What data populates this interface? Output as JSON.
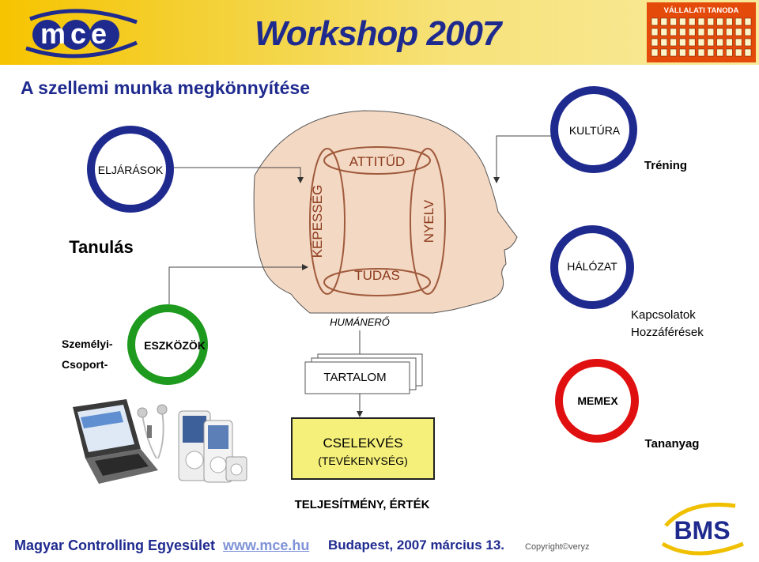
{
  "header": {
    "logo_text": "mce",
    "title": "Workshop 2007",
    "badge": {
      "title": "VÁLLALATI TANODA"
    }
  },
  "subtitle": "A szellemi munka megkönnyítése",
  "diagram": {
    "head": {
      "top": "ATTITŰD",
      "left": "KÉPESSÉG",
      "right": "NYELV",
      "bottom": "TUDÁS"
    },
    "rings": {
      "eljarasok": "ELJÁRÁSOK",
      "eszkozok": "ESZKÖZÖK",
      "kultura": "KULTÚRA",
      "halozat": "HÁLÓZAT",
      "memex": "MEMEX"
    },
    "labels": {
      "tanulas": "Tanulás",
      "szemelyi": "Személyi-",
      "csoport": "Csoport-",
      "trening": "Tréning",
      "kapcsolatok": "Kapcsolatok",
      "hozzaferesek": "Hozzáférések",
      "tananyag": "Tananyag",
      "humanero": "HUMÁNERŐ",
      "tartalom": "TARTALOM",
      "cselekves": "CSELEKVÉS",
      "tevekenyseg": "(TEVÉKENYSÉG)",
      "teljesitmeny": "TELJESÍTMÉNY, ÉRTÉK"
    },
    "colors": {
      "blue": "#1f2a8f",
      "green": "#1e9a1e",
      "red": "#e01010",
      "yellow_box": "#f5f07a",
      "head_fill": "#f3d8c3"
    }
  },
  "footer": {
    "org": "Magyar Controlling Egyesület",
    "url": "www.mce.hu",
    "place_date": "Budapest,  2007 március 13.",
    "copyright": "Copyright©veryz",
    "bms_logo": "BMS"
  }
}
